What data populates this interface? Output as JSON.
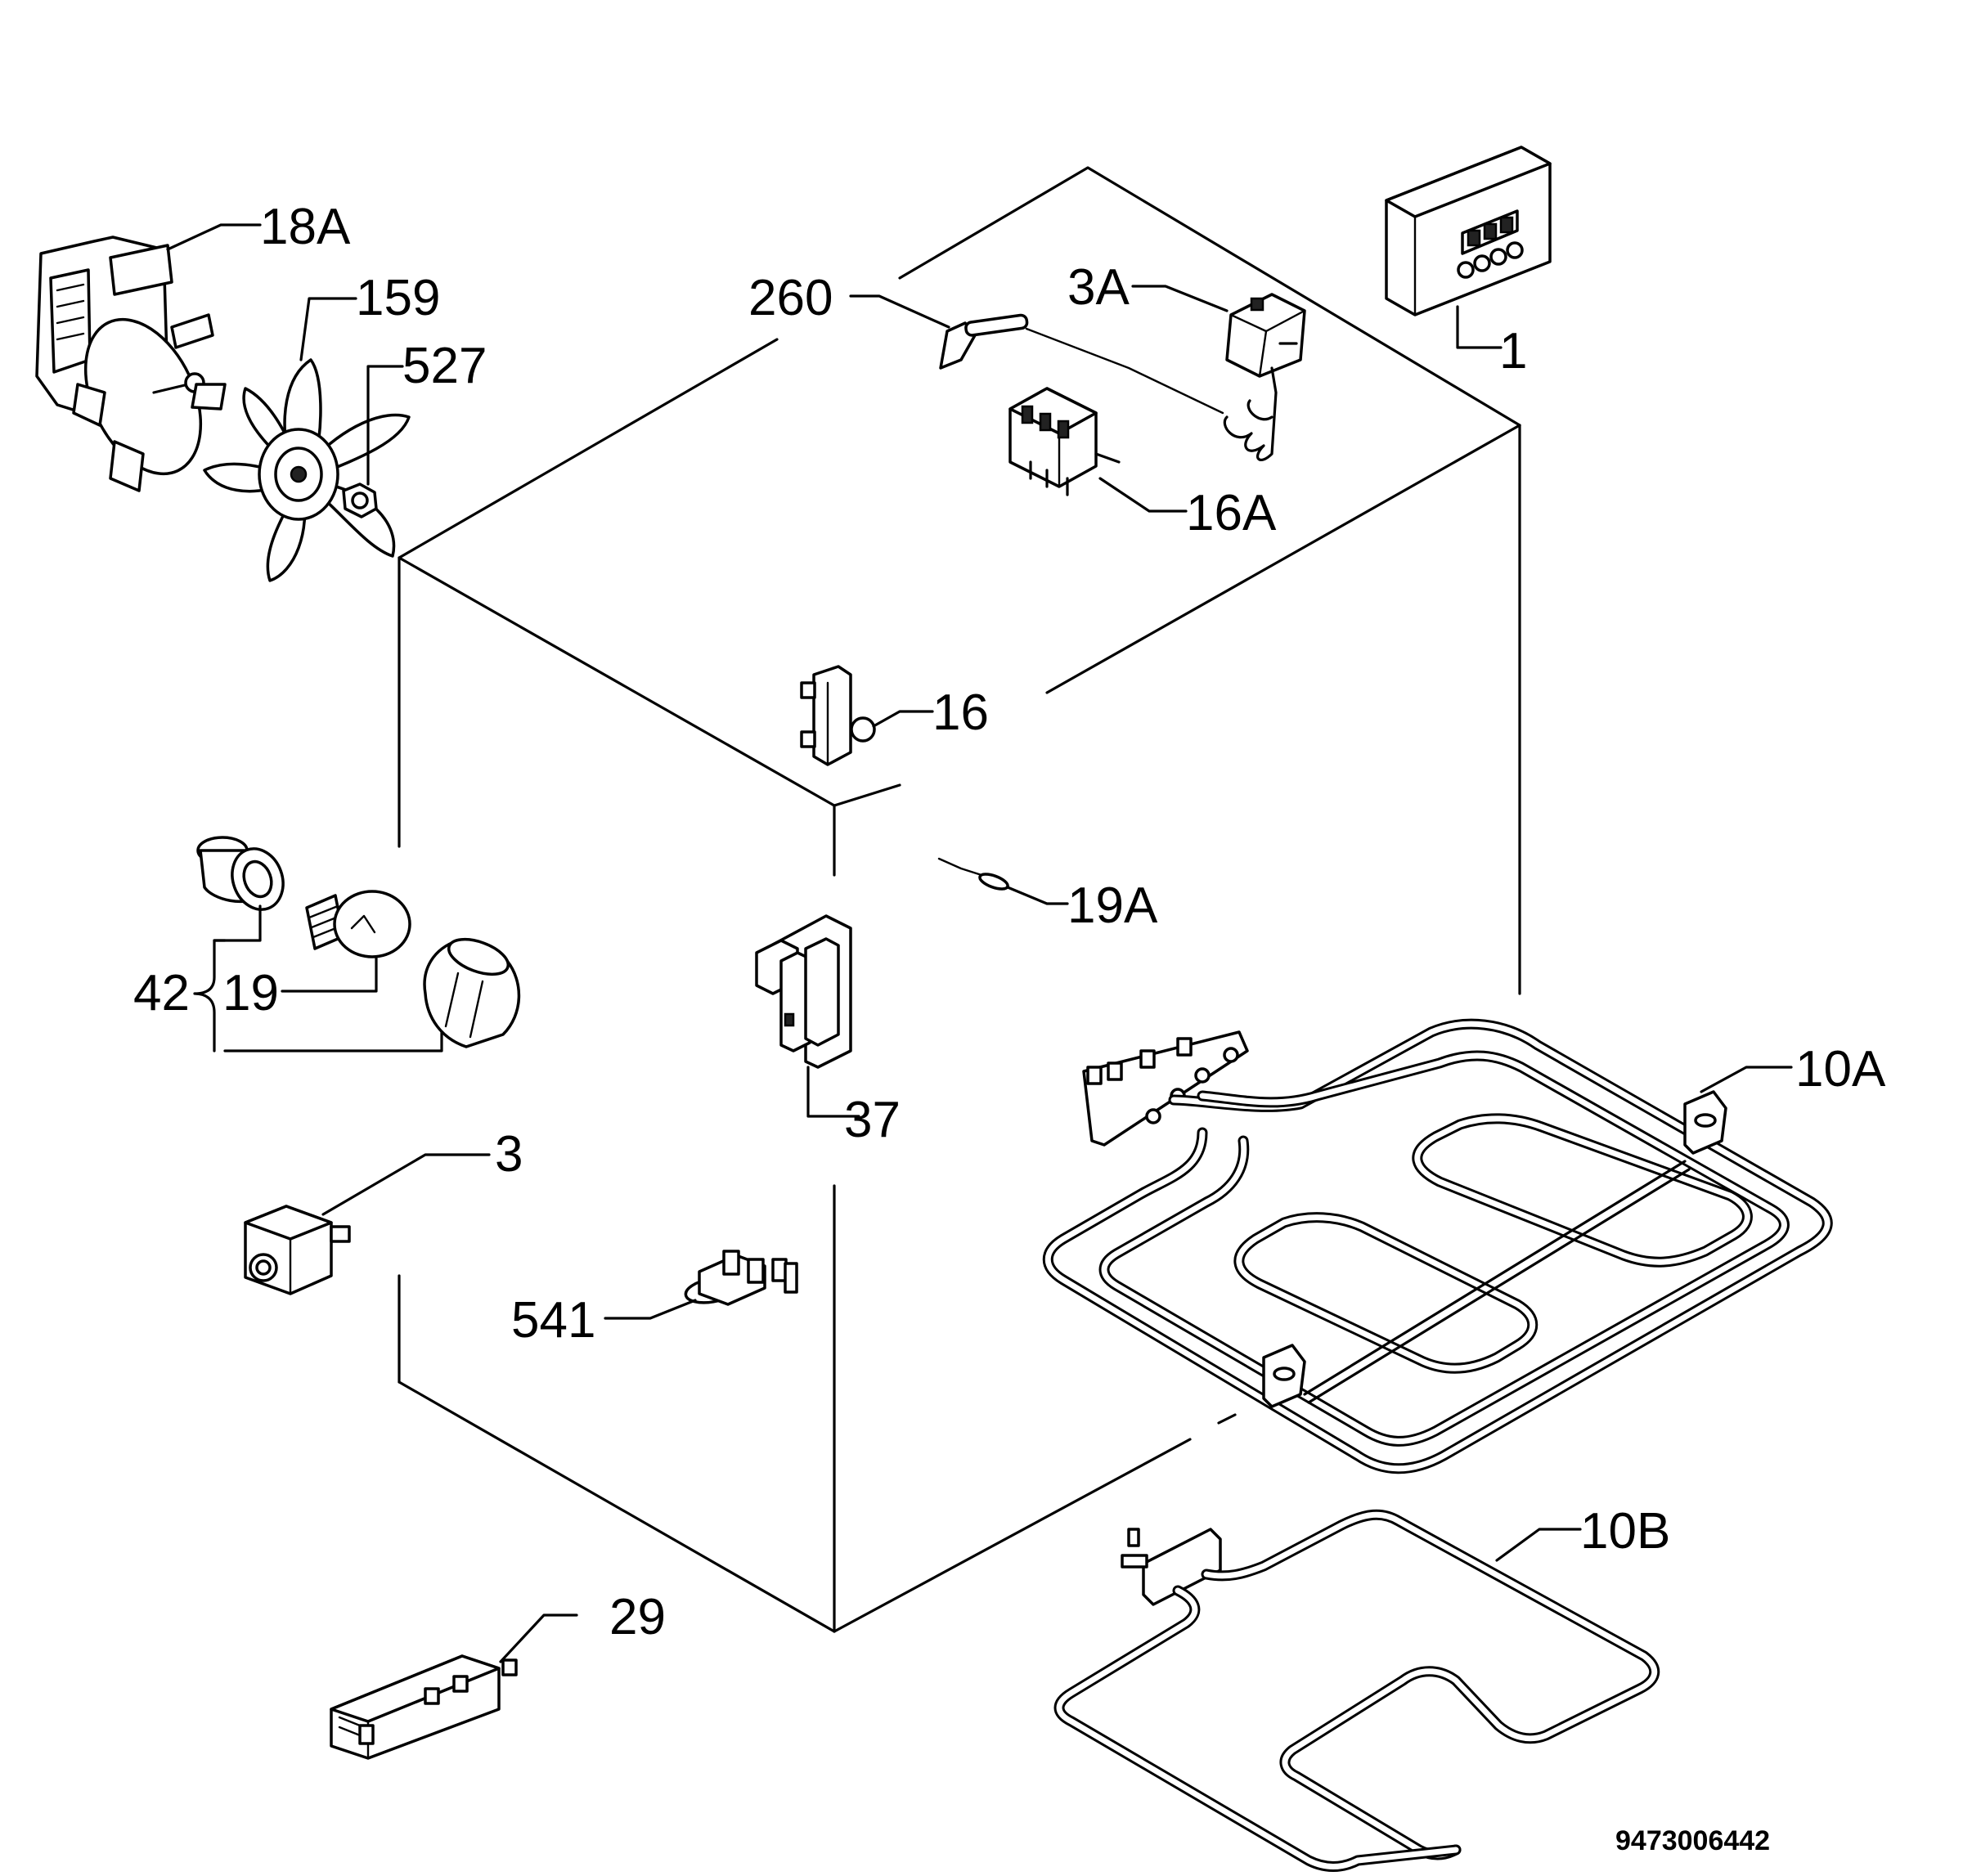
{
  "labels": {
    "p18a": "18A",
    "p159": "159",
    "p527": "527",
    "p260": "260",
    "p3a": "3A",
    "p1": "1",
    "p16a": "16A",
    "p16": "16",
    "p19a": "19A",
    "p42": "42",
    "p19": "19",
    "p37": "37",
    "p10a": "10A",
    "p3": "3",
    "p541": "541",
    "p10b": "10B",
    "p29": "29"
  },
  "reference_number": "9473006442"
}
